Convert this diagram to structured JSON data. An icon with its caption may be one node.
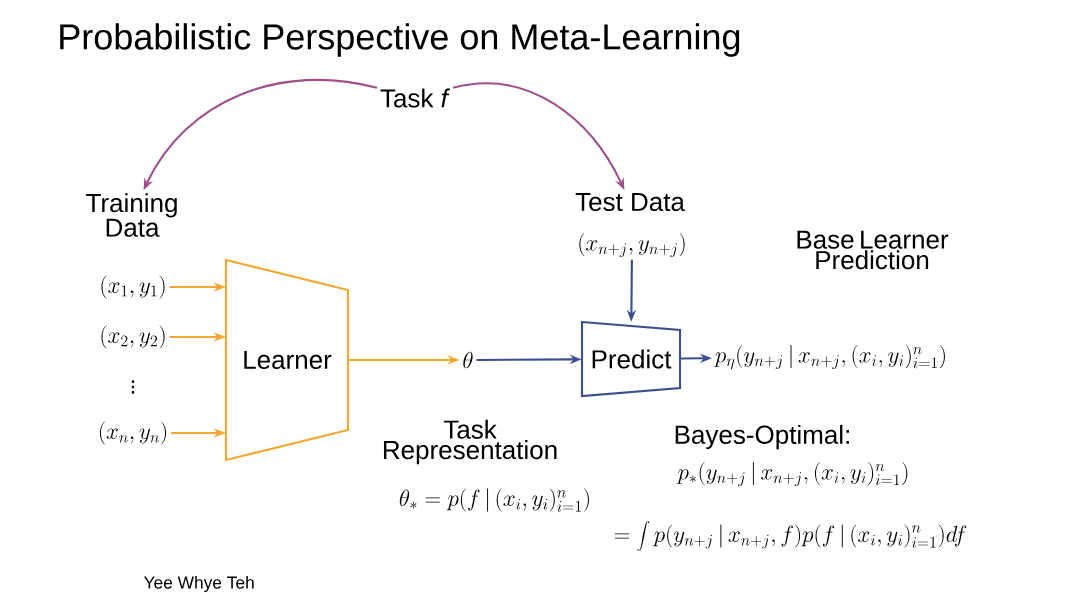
{
  "diagram": {
    "title": "Probabilistic Perspective on Meta-Learning",
    "nodes": [
      {
        "text": [
          "Task *f*"
        ]
      },
      {
        "text": [
          "Training Data"
        ]
      },
      {
        "text": [
          "Test Data"
        ]
      },
      {
        "text": [
          "(x_1, y_1)"
        ]
      },
      {
        "text": [
          "(x_2, y_2)"
        ]
      },
      {
        "text": [
          "(x_n, y_n)"
        ]
      },
      {
        "text": [
          "Learner"
        ]
      },
      {
        "text": [
          "\\theta"
        ]
      },
      {
        "text": [
          "Predict"
        ]
      },
      {
        "text": [
          "(x_{n+j}, y_{n+j})"
        ]
      },
      {
        "text": [
          "p_\\eta(y_{n+j} \\,|\\, x_{n+j}, (x_i, y_i)_{i=1}^n)"
        ]
      }
    ],
    "edges": [
      {
        "from": 0,
        "to": 1,
        "arrow": "to",
        "color": "#a0508f"
      },
      {
        "from": 0,
        "to": 2,
        "arrow": "to",
        "color": "#a0508f"
      },
      {
        "from": 3,
        "to": 6,
        "arrow": "to",
        "color": "#f0a830"
      },
      {
        "from": 4,
        "to": 6,
        "arrow": "to",
        "color": "#f0a830"
      },
      {
        "from": 5,
        "to": 6,
        "arrow": "to",
        "color": "#f0a830"
      },
      {
        "from": 6,
        "to": 7,
        "arrow": "to",
        "color": "#f0a830"
      },
      {
        "from": 7,
        "to": 8,
        "arrow": "to",
        "color": "#3a4f8f"
      },
      {
        "from": 9,
        "to": 8,
        "arrow": "to",
        "color": "#3a4f8f"
      },
      {
        "from": 8,
        "to": 10,
        "arrow": "to",
        "color": "#3a4f8f"
      }
    ],
    "labels": [
      "\\vdots",
      "Base Learner Prediction",
      "Task Representation",
      "\\theta_* = p(f \\,|\\, (x_i, y_i)_{i=1}^n)",
      "Bayes-Optimal:",
      "p_*(y_{n+j} \\,|\\, x_{n+j}, (x_i, y_i)_{i=1}^n)",
      "= \\int p(y_{n+j} \\,|\\, x_{n+j}, f) p(f \\,|\\, (x_i, y_i)_{i=1}^n) df",
      "Yee Whye Teh"
    ]
  }
}
